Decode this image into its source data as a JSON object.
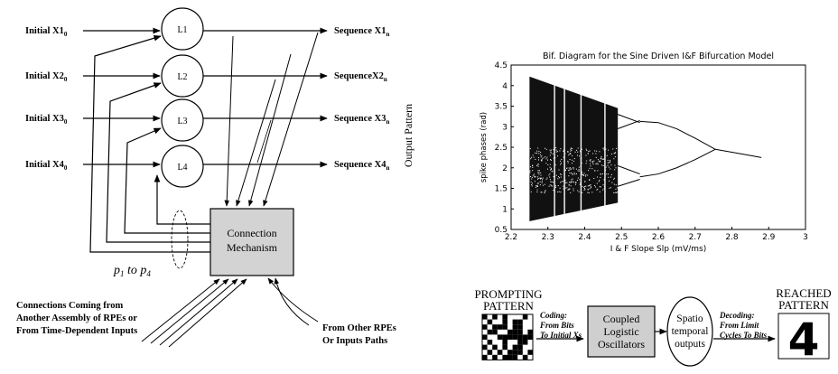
{
  "left_diagram": {
    "inputs": [
      {
        "text": "Initial X1",
        "sub": "0"
      },
      {
        "text": "Initial X2",
        "sub": "0"
      },
      {
        "text": "Initial X3",
        "sub": "0"
      },
      {
        "text": "Initial X4",
        "sub": "0"
      }
    ],
    "nodes": [
      "L1",
      "L2",
      "L3",
      "L4"
    ],
    "outputs": [
      {
        "text": "Sequence  X1",
        "sub": "n"
      },
      {
        "text": "SequenceX2",
        "sub": "n"
      },
      {
        "text": "Sequence  X3",
        "sub": "n"
      },
      {
        "text": "Sequence  X4",
        "sub": "n"
      }
    ],
    "output_pattern_label": "Output Pattern",
    "box_label_line1": "Connection",
    "box_label_line2": "Mechanism",
    "p_label": {
      "p": "p",
      "from_sub": "1",
      "to": " to ",
      "p2": "p",
      "to_sub": "4"
    },
    "bottom_left_line1": "Connections Coming from",
    "bottom_left_line2": "Another Assembly of RPEs or",
    "bottom_left_line3": "From Time-Dependent Inputs",
    "bottom_right_line1": "From Other RPEs",
    "bottom_right_line2": "Or Inputs Paths"
  },
  "chart_data": {
    "type": "scatter",
    "title": "Bif. Diagram for the Sine Driven I&F Bifurcation Model",
    "xlabel": "I & F Slope Slp (mV/ms)",
    "ylabel": "spike phases (rad)",
    "xlim": [
      2.2,
      3.0
    ],
    "ylim": [
      0.5,
      4.5
    ],
    "xticks": [
      "2.2",
      "2.3",
      "2.4",
      "2.5",
      "2.6",
      "2.7",
      "2.8",
      "2.9",
      "3"
    ],
    "yticks": [
      "0.5",
      "1",
      "1.5",
      "2",
      "2.5",
      "3",
      "3.5",
      "4",
      "4.5"
    ],
    "grid": false,
    "chaotic_region": {
      "x_start": 2.25,
      "x_end": 2.49,
      "y_min_start": 0.7,
      "y_max_start": 4.22,
      "y_min_end": 1.15,
      "y_max_end": 3.45
    },
    "periodic_windows_x": [
      2.318,
      2.345,
      2.39,
      2.455
    ],
    "period4_branches": [
      {
        "x": [
          2.49,
          2.55
        ],
        "y": [
          3.3,
          3.1
        ]
      },
      {
        "x": [
          2.49,
          2.55
        ],
        "y": [
          2.95,
          3.15
        ]
      },
      {
        "x": [
          2.49,
          2.55
        ],
        "y": [
          2.05,
          1.85
        ]
      },
      {
        "x": [
          2.49,
          2.55
        ],
        "y": [
          1.55,
          1.72
        ]
      }
    ],
    "period2_branches": [
      {
        "x": [
          2.55,
          2.6,
          2.65,
          2.7,
          2.755
        ],
        "y": [
          3.13,
          3.1,
          2.95,
          2.72,
          2.45
        ]
      },
      {
        "x": [
          2.55,
          2.6,
          2.65,
          2.7,
          2.755
        ],
        "y": [
          1.78,
          1.85,
          2.0,
          2.2,
          2.45
        ]
      }
    ],
    "period1_branch": {
      "x": [
        2.755,
        2.8,
        2.85,
        2.88
      ],
      "y": [
        2.45,
        2.38,
        2.3,
        2.25
      ]
    }
  },
  "bottom_flow": {
    "prompting_line1": "PROMPTING",
    "prompting_line2": "PATTERN",
    "coding_line1": "Coding:",
    "coding_line2": "From Bits",
    "coding_line3": "To Initial Xs",
    "box_line1": "Coupled",
    "box_line2": "Logistic",
    "box_line3": "Oscillators",
    "ellipse_line1": "Spatio",
    "ellipse_line2": "temporal",
    "ellipse_line3": "outputs",
    "decoding_line1": "Decoding:",
    "decoding_line2": "From Limit",
    "decoding_line3": "Cycles To Bits",
    "reached_line1": "REACHED",
    "reached_line2": "PATTERN",
    "reached_pattern_text": "4"
  }
}
